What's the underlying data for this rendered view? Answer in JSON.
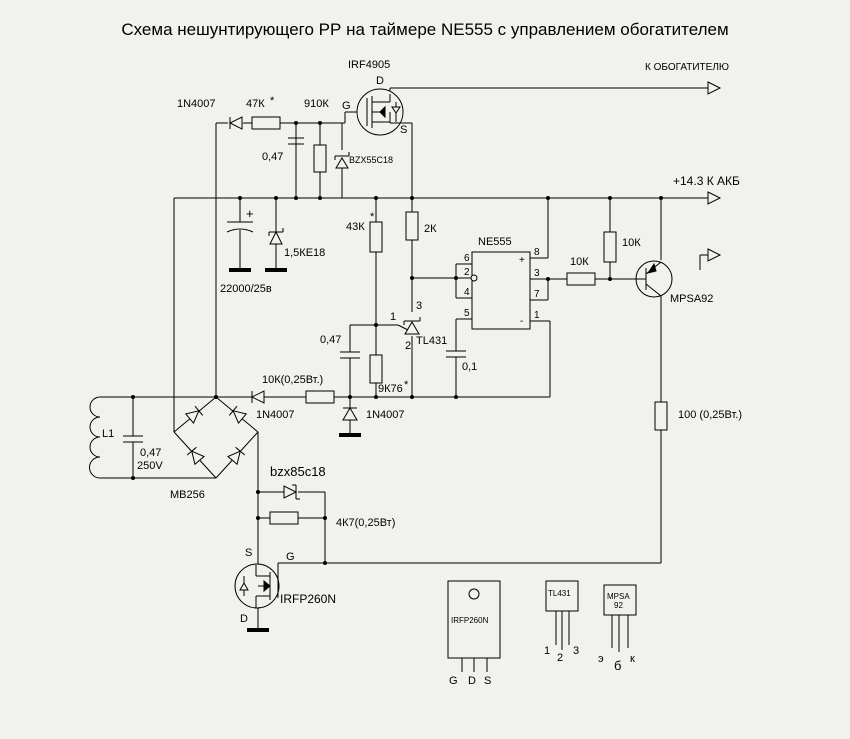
{
  "title": "Схема нешунтирующего РР на таймере NE555 с  управлением обогатителем",
  "nets": {
    "out_enricher": "К ОБОГАТИТЕЛЮ",
    "battery": "+14.3  К АКБ"
  },
  "parts": {
    "q_pmos": "IRF4905",
    "q_pmos_d": "D",
    "q_pmos_g": "G",
    "q_pmos_s": "S",
    "d_top": "1N4007",
    "r_47k": "47К",
    "r_47k_mark": "*",
    "r_910k": "910К",
    "c_047_top": "0,47",
    "zd_bzx55": "BZX55C18",
    "c_bulk_plus": "+",
    "c_bulk": "22000/25в",
    "tvs": "1,5КЕ18",
    "r_43k": "43К",
    "r_43k_mark": "*",
    "r_2k": "2К",
    "u_ne555": "NE555",
    "pin_2": "2",
    "pin_4": "4",
    "pin_5": "5",
    "pin_6": "6",
    "pin_8": "8",
    "pin_3": "3",
    "pin_7": "7",
    "pin_1": "1",
    "pin_plus": "+",
    "pin_minus": "-",
    "r_10k_base": "10К",
    "r_10k_pullup": "10К",
    "q_pnp": "MPSA92",
    "tl_pin_1": "1",
    "tl_pin_2": "2",
    "tl_pin_3": "3",
    "u_tl431": "TL431",
    "c_047_mid": "0,47",
    "c_01": "0,1",
    "r_9k76": "9К76",
    "r_9k76_mark": "*",
    "r_10k_025": "10К(0,25Вт.)",
    "d_mid": "1N4007",
    "d_gnd": "1N4007",
    "l1": "L1",
    "c_047_ac_a": "0,47",
    "c_047_ac_b": "250V",
    "bridge": "MB256",
    "r_100": "100 (0,25Вт.)",
    "zd_bzx85": "bzx85c18",
    "r_4k7": "4К7(0,25Вт)",
    "q_nmos": "IRFP260N",
    "q_nmos_s": "S",
    "q_nmos_g": "G",
    "q_nmos_d": "D"
  },
  "packages": {
    "to247_name": "IRFP260N",
    "to247_pins": [
      "G",
      "D",
      "S"
    ],
    "tl431_name": "TL431",
    "tl431_pins": [
      "1",
      "2",
      "3"
    ],
    "mpsa92_name_a": "MPSA",
    "mpsa92_name_b": "92",
    "mpsa92_pins": [
      "э",
      "б",
      "к"
    ]
  }
}
